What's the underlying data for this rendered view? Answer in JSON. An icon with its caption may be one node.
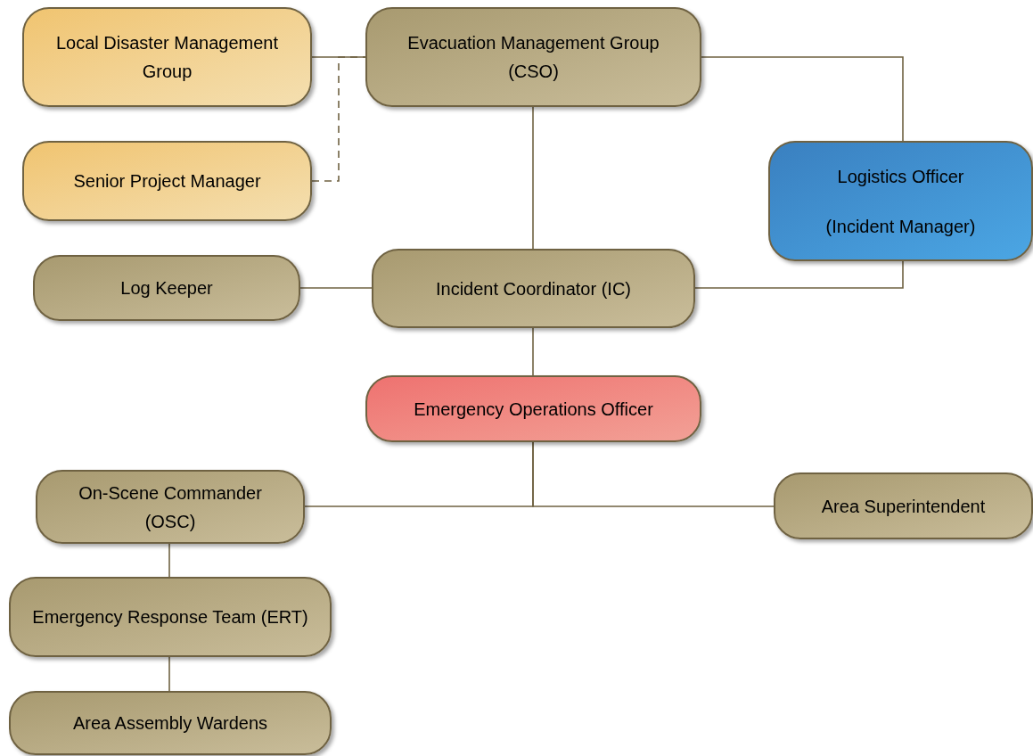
{
  "diagram": {
    "nodes": [
      {
        "text": [
          "Local Disaster Management Group"
        ]
      },
      {
        "text": [
          "Evacuation Management Group (CSO)"
        ]
      },
      {
        "text": [
          "Senior Project Manager"
        ]
      },
      {
        "text": [
          "Logistics Officer",
          "(Incident Manager)"
        ]
      },
      {
        "text": [
          "Log Keeper"
        ]
      },
      {
        "text": [
          "Incident Coordinator (IC)"
        ]
      },
      {
        "text": [
          "Emergency Operations Officer"
        ]
      },
      {
        "text": [
          "On-Scene Commander (OSC)"
        ]
      },
      {
        "text": [
          "Area Superintendent"
        ]
      },
      {
        "text": [
          "Emergency Response Team (ERT)"
        ]
      },
      {
        "text": [
          "Area Assembly Wardens"
        ]
      }
    ],
    "edges": [
      {
        "from": 0,
        "to": 1,
        "arrow": "none"
      },
      {
        "from": 2,
        "to": 1,
        "arrow": "none",
        "style": "dashed"
      },
      {
        "from": 1,
        "to": 3,
        "arrow": "none"
      },
      {
        "from": 1,
        "to": 5,
        "arrow": "none"
      },
      {
        "from": 4,
        "to": 5,
        "arrow": "none"
      },
      {
        "from": 5,
        "to": 3,
        "arrow": "none"
      },
      {
        "from": 5,
        "to": 6,
        "arrow": "none"
      },
      {
        "from": 6,
        "to": 7,
        "arrow": "none"
      },
      {
        "from": 6,
        "to": 8,
        "arrow": "none"
      },
      {
        "from": 7,
        "to": 9,
        "arrow": "none"
      },
      {
        "from": 9,
        "to": 10,
        "arrow": "none"
      }
    ]
  }
}
